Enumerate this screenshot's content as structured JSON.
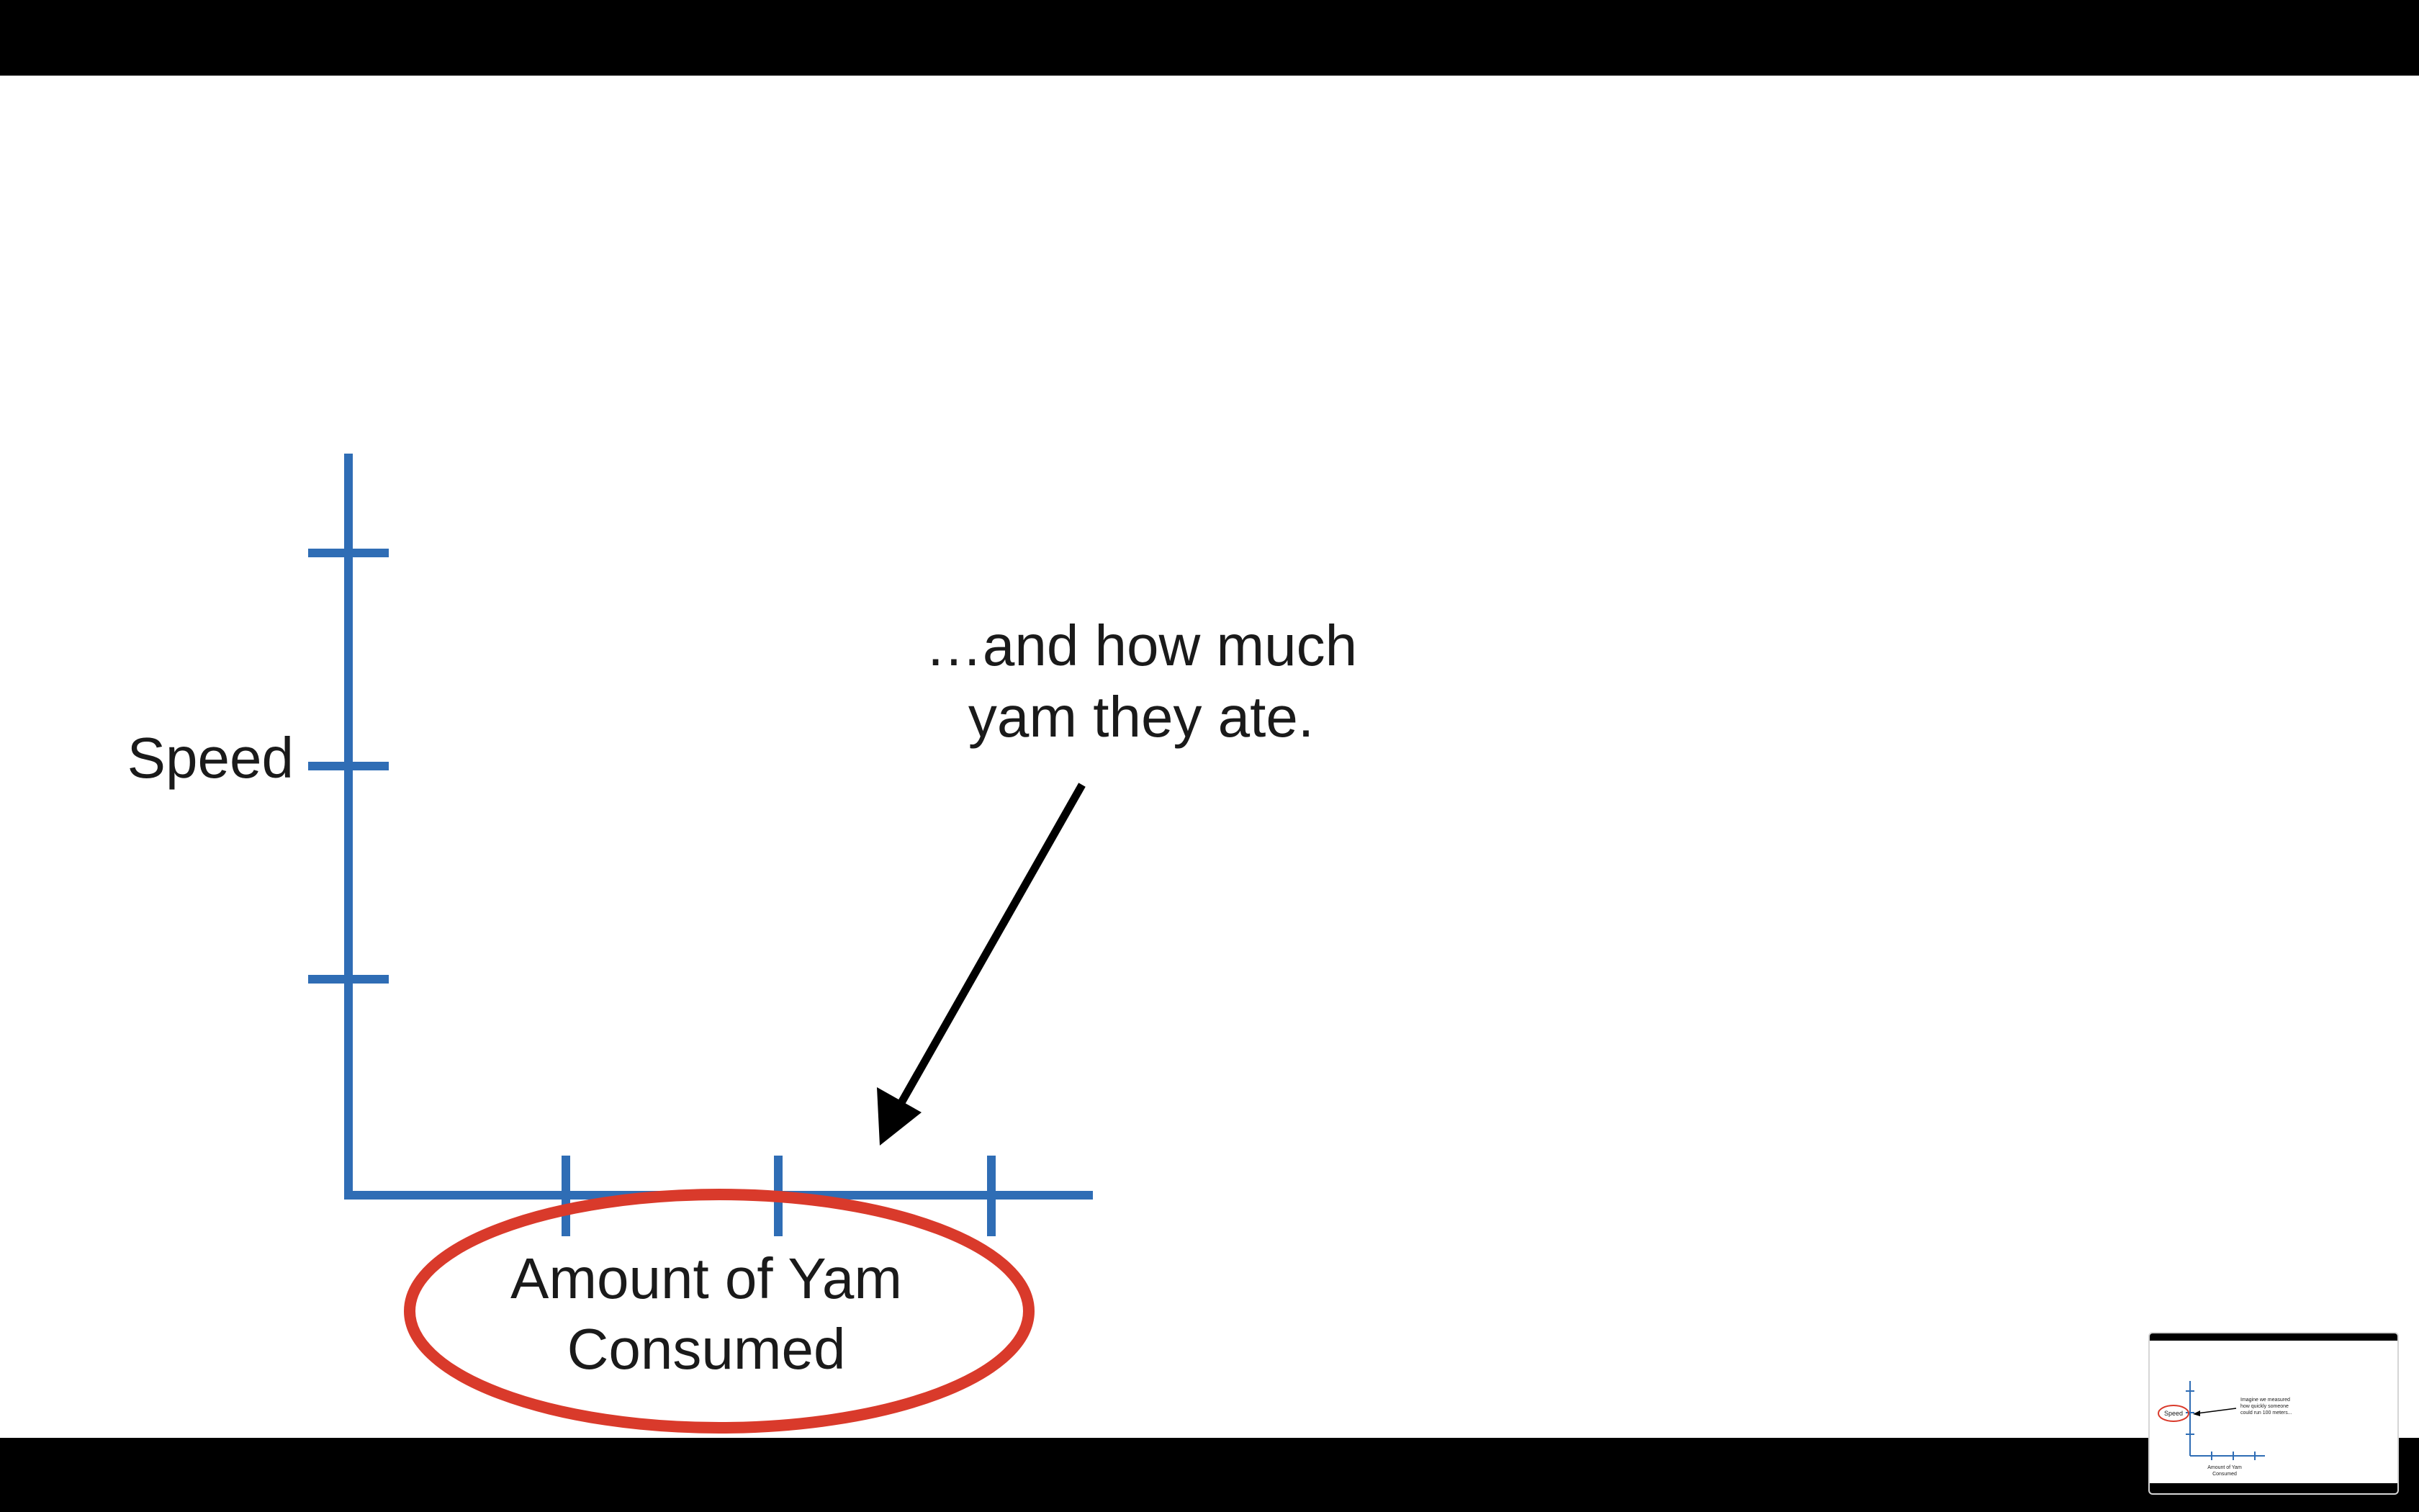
{
  "slide": {
    "y_axis_label": "Speed",
    "x_axis_label_line1": "Amount of Yam",
    "x_axis_label_line2": "Consumed",
    "annotation_line1": "…and how much",
    "annotation_line2": "yam they ate.",
    "colors": {
      "axis": "#2f6db5",
      "highlight_ellipse": "#d93a2b",
      "arrow": "#000000",
      "background": "#ffffff",
      "letterbox": "#000000"
    }
  },
  "thumbnail": {
    "y_axis_label": "Speed",
    "x_axis_label_line1": "Amount of Yam",
    "x_axis_label_line2": "Consumed",
    "annotation_line1": "Imagine we measured",
    "annotation_line2": "how quickly someone",
    "annotation_line3": "could run 100 meters..."
  }
}
